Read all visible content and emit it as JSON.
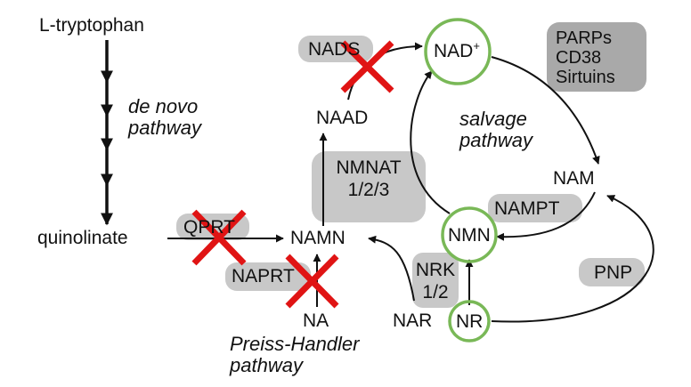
{
  "metabolites": {
    "tryptophan": "L-tryptophan",
    "quinolinate": "quinolinate",
    "namn": "NAMN",
    "naad": "NAAD",
    "nad_base": "NAD",
    "nad_charge": "+",
    "nam": "NAM",
    "nmn": "NMN",
    "nr": "NR",
    "na": "NA",
    "nar": "NAR"
  },
  "enzymes": {
    "nads": "NADS",
    "qprt": "QPRT",
    "naprt": "NAPRT",
    "nmnat_line1": "NMNAT",
    "nmnat_line2": "1/2/3",
    "nampt": "NAMPT",
    "nrk_line1": "NRK",
    "nrk_line2": "1/2",
    "pnp": "PNP",
    "consumers_line1": "PARPs",
    "consumers_line2": "CD38",
    "consumers_line3": "Sirtuins"
  },
  "pathways": {
    "de_novo_line1": "de novo",
    "de_novo_line2": "pathway",
    "salvage_line1": "salvage",
    "salvage_line2": "pathway",
    "preiss_line1": "Preiss-Handler",
    "preiss_line2": "pathway"
  },
  "colors": {
    "enzyme_box": "#c8c8c8",
    "consumer_box": "#a9a9a9",
    "highlight_circle": "#79b857",
    "block_cross": "#e01414",
    "arrow": "#111111"
  }
}
